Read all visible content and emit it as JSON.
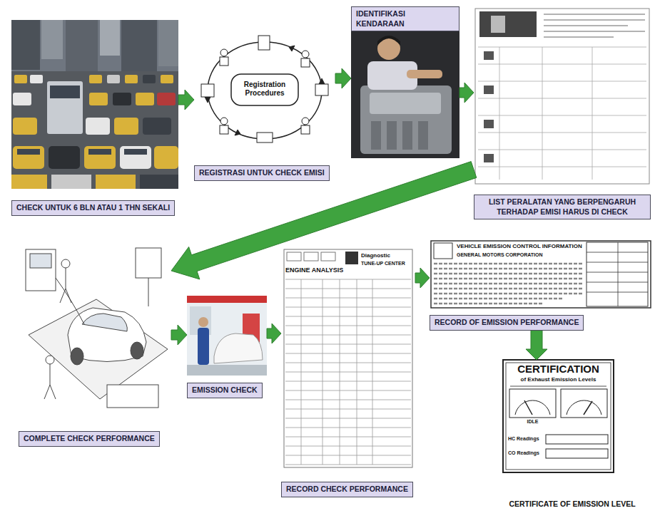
{
  "diagram": {
    "nodes": [
      {
        "text": [
          "CHECK UNTUK 6 BLN ATAU 1 THN SEKALI"
        ]
      },
      {
        "text": [
          "REGISTRASI UNTUK CHECK EMISI"
        ]
      },
      {
        "text": [
          "IDENTIFIKASI KENDARAAN"
        ]
      },
      {
        "text": [
          "LIST PERALATAN YANG BERPENGARUH TERHADAP EMISI HARUS DI CHECK"
        ]
      },
      {
        "text": [
          "COMPLETE CHECK PERFORMANCE"
        ]
      },
      {
        "text": [
          "EMISSION CHECK"
        ]
      },
      {
        "text": [
          "RECORD CHECK PERFORMANCE"
        ]
      },
      {
        "text": [
          "RECORD OF EMISSION PERFORMANCE"
        ]
      },
      {
        "text": [
          "CERTIFICATE OF EMISSION LEVEL"
        ]
      }
    ],
    "edges": [
      {
        "from": 0,
        "to": 1,
        "arrow": "to"
      },
      {
        "from": 1,
        "to": 2,
        "arrow": "to"
      },
      {
        "from": 2,
        "to": 3,
        "arrow": "to"
      },
      {
        "from": 3,
        "to": 4,
        "arrow": "to"
      },
      {
        "from": 4,
        "to": 5,
        "arrow": "to"
      },
      {
        "from": 5,
        "to": 6,
        "arrow": "to"
      },
      {
        "from": 6,
        "to": 7,
        "arrow": "to"
      },
      {
        "from": 7,
        "to": 8,
        "arrow": "to"
      }
    ],
    "labels": [
      "Registration Procedures",
      "ENGINE ANALYSIS",
      "Diagnostic",
      "TUNE-UP CENTER",
      "VEHICLE EMISSION CONTROL INFORMATION",
      "GENERAL MOTORS CORPORATION",
      "CERTIFICATION",
      "of Exhaust Emission Levels",
      "IDLE",
      "HC Readings",
      "CO Readings"
    ]
  }
}
